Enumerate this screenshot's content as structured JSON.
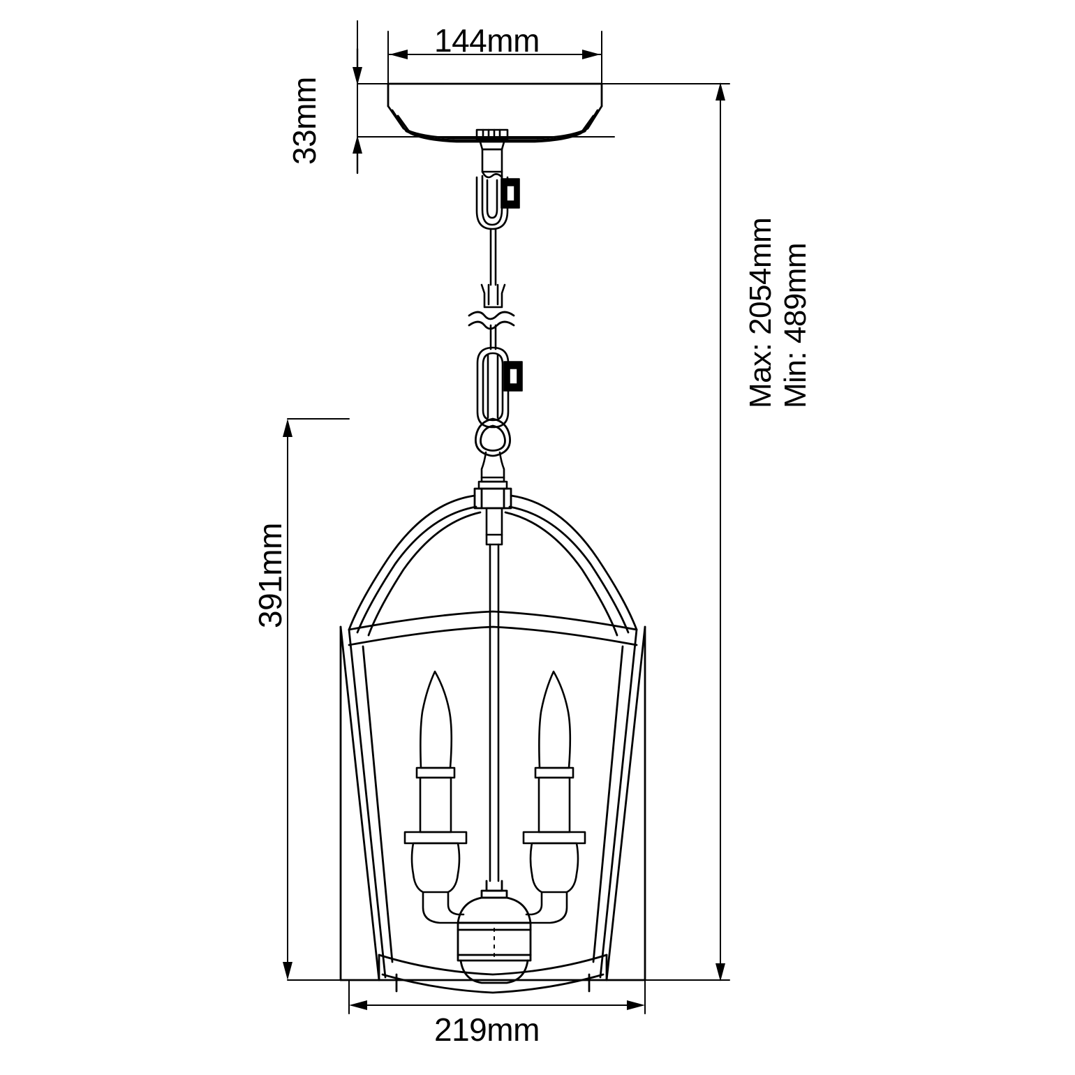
{
  "drawing": {
    "type": "technical-dimension-drawing",
    "subject": "2-light lantern pendant ceiling fixture",
    "units": "mm",
    "line_color": "#000000",
    "background_color": "#ffffff"
  },
  "dimensions": {
    "canopy_width": "144mm",
    "canopy_height": "33mm",
    "lantern_height": "391mm",
    "lantern_width": "219mm",
    "overall_min": "Min: 489mm",
    "overall_max": "Max: 2054mm"
  },
  "components": {
    "ceiling_canopy": "canopy",
    "upper_gripper": "cable-gripper-upper",
    "suspension_cable": "suspension-cable",
    "break_symbol": "cable-break-symbol",
    "lower_gripper": "cable-gripper-lower",
    "ring_connector": "ring-connector",
    "lantern_frame": "lantern-frame",
    "candle_bulb_left": "candle-bulb-left",
    "candle_bulb_right": "candle-bulb-right",
    "center_stem": "center-stem",
    "base_hub": "base-hub",
    "bottom_rail": "bottom-rail"
  },
  "chart_data": {
    "type": "table",
    "title": "Lantern Pendant Dimensions",
    "categories": [
      "Canopy width",
      "Canopy height",
      "Lantern height",
      "Lantern width",
      "Overall minimum drop",
      "Overall maximum drop"
    ],
    "values": [
      144,
      33,
      391,
      219,
      489,
      2054
    ],
    "xlabel": "",
    "ylabel": "mm"
  }
}
